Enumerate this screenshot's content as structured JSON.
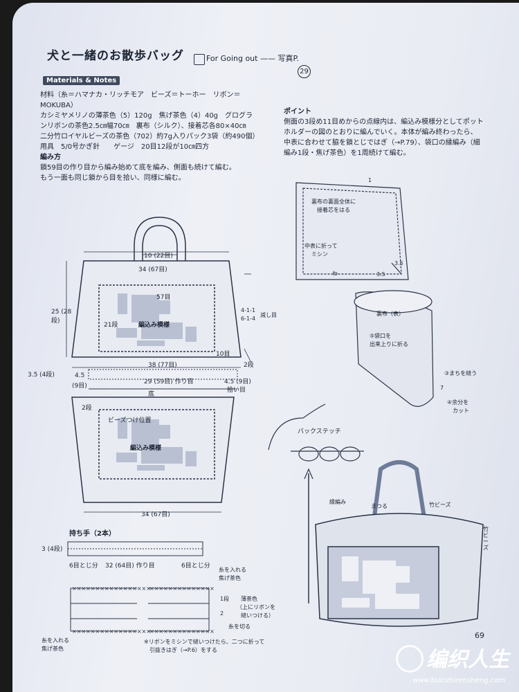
{
  "header": {
    "title": "犬と一緒のお散歩バッグ",
    "subtitle": "For Going out —— 写真P.",
    "photo_page": "29"
  },
  "materials": {
    "badge": "Materials & Notes",
    "lines": [
      "材料（糸＝ハマナカ・リッチモア　ビーズ＝トーホー　リボン＝",
      "MOKUBA）",
      "カシミヤメリノの薄茶色（5）120g　焦げ茶色（4）40g　グログラ",
      "ンリボンの茶色2.5㎝幅70㎝　裏布（シルク）、接着芯各80×40㎝",
      "二分竹ロイヤルビーズの茶色（702）約7g入りパック3袋（約490個）",
      "用具　5/0号かぎ針　　ゲージ　20目12段が10㎝四方"
    ],
    "method_heading": "編み方",
    "method_lines": [
      "鎖59目の作り目から編み始めて底を編み、側面も続けて編む。",
      "もう一面も同じ鎖から目を拾い、同様に編む。"
    ]
  },
  "point": {
    "heading": "ポイント",
    "lines": [
      "側面の3段め11目めからの点線内は、編込み模様分としてポット",
      "ホルダーの図のとおりに編んでいく。本体が編み終わったら、",
      "中表に合わせて脇を鎖とじではぎ（→P.79）、袋口の縁編み（細",
      "編み1段・焦げ茶色）を1周続けて編む。"
    ]
  },
  "bag_diagram": {
    "top_width": "34 (67目)",
    "handle_gap": "10 (22目)",
    "height": "25 (28段)",
    "inner_w": "57目",
    "rows21": "21段",
    "pattern_label": "編込み模様",
    "cols10": "10目",
    "dec1": "4-1-1",
    "dec2": "6-1-4",
    "dec_label": "減し目",
    "bottom_w": "38 (77目)",
    "rows2": "2段",
    "side_rows": "3.5 (4段)",
    "left_45": "4.5",
    "left_45b": "(9目)",
    "base_chain": "29 (59目) 作り目",
    "right_45": "4.5 (9目)",
    "pick": "拾い目",
    "base": "底",
    "rows2b": "2段",
    "bead_pos": "ビーズつけ位置",
    "pattern_label2": "編込み模様",
    "lower_w": "34 (67目)"
  },
  "handle": {
    "heading": "持ち手（2本）",
    "rows": "3 (4段)",
    "left_join": "6目とじ分",
    "chain": "32 (64目) 作り目",
    "right_join": "6目とじ分",
    "yarn_in": "糸を入れる",
    "dark": "焦げ茶色",
    "row1": "1段",
    "row2": "2",
    "light": "薄茶色",
    "ribbon": "（上にリボンを",
    "sew": "縫いつける）",
    "cut": "糸を切る",
    "yarn_in2": "糸を入れる",
    "dark2": "焦げ茶色",
    "note1": "※リボンをミシンで縫いつけたら、二つに折って",
    "note2": "引抜きはぎ（→P.6）をする"
  },
  "lining": {
    "one": "1",
    "note1a": "裏布の裏面全体に",
    "note1b": "接着芯をはる",
    "note2a": "中表に折って",
    "note2b": "ミシン",
    "d35a": "3.5",
    "d35b": "3.5",
    "wa": "わ",
    "ura": "裏布（表）",
    "fold_a": "⑤袋口を",
    "fold_b": "出来上りに折る",
    "gusset": "③まちを縫う",
    "seven": "7",
    "cut_a": "④余分を",
    "cut_b": "カット",
    "backstitch": "バックステッチ"
  },
  "final_bag": {
    "edge": "縁編み",
    "handle_wrap": "まつる",
    "bamboo": "竹ビーズ",
    "bamboo2": "竹ビーズ"
  },
  "footer": {
    "page_number": "69",
    "watermark_cn": "编织人生",
    "watermark_url": "www.bianzhirensheng.com"
  }
}
